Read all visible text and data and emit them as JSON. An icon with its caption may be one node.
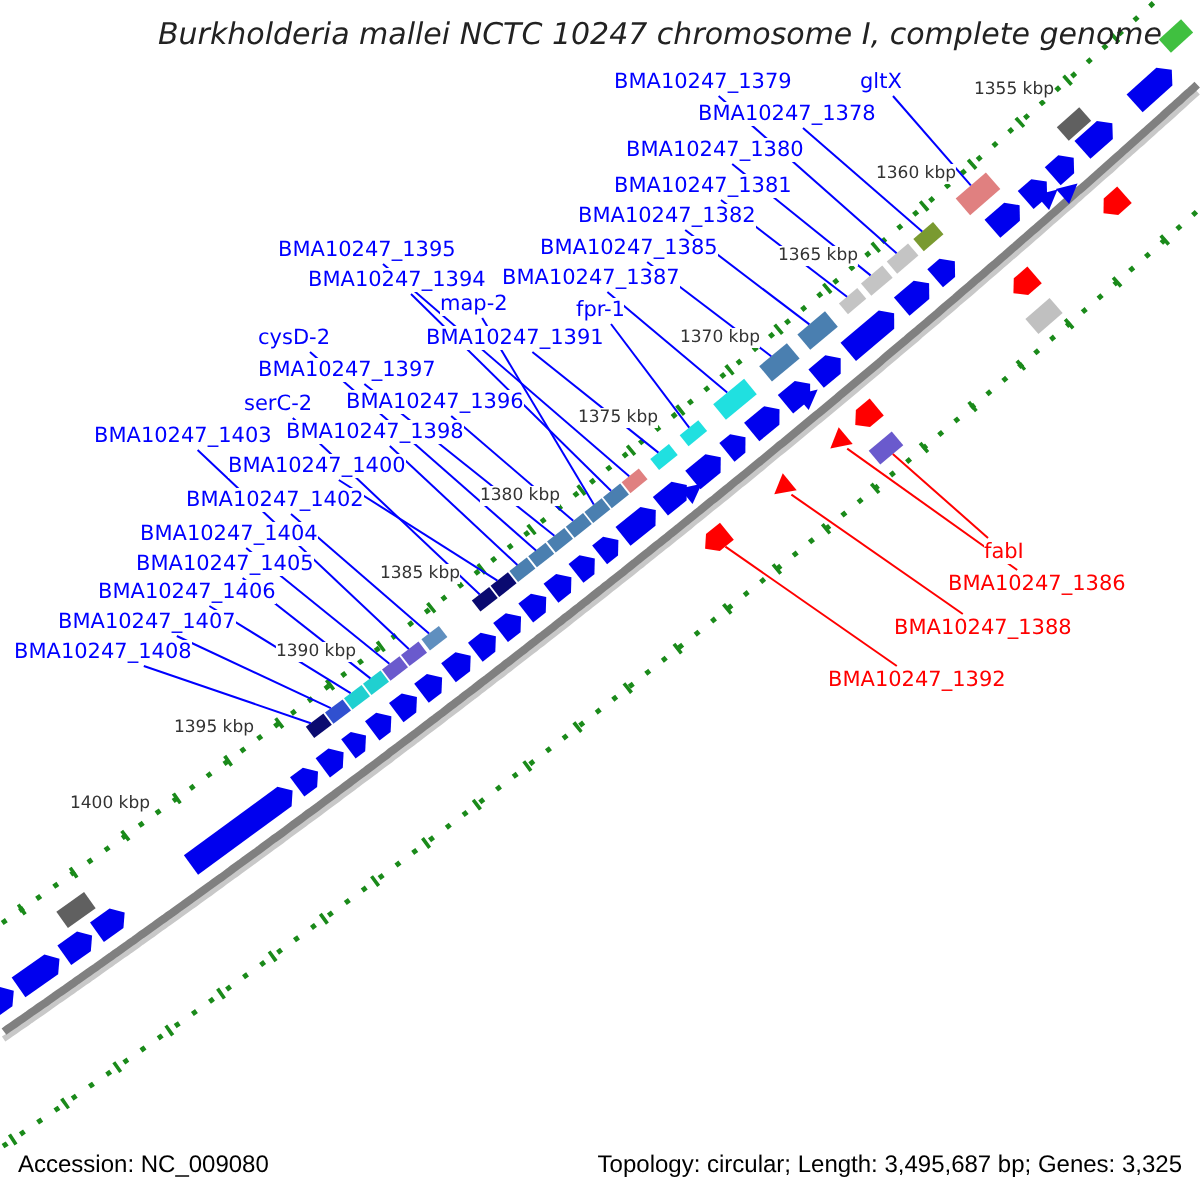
{
  "diagram": {
    "title": "Burkholderia mallei NCTC 10247 chromosome I, complete genome",
    "nodes": [
      {
        "text": [
          "BMA10247_1379"
        ]
      },
      {
        "text": [
          "gltX"
        ]
      },
      {
        "text": [
          "BMA10247_1378"
        ]
      },
      {
        "text": [
          "BMA10247_1380"
        ]
      },
      {
        "text": [
          "BMA10247_1381"
        ]
      },
      {
        "text": [
          "BMA10247_1382"
        ]
      },
      {
        "text": [
          "BMA10247_1385"
        ]
      },
      {
        "text": [
          "BMA10247_1395"
        ]
      },
      {
        "text": [
          "BMA10247_1387"
        ]
      },
      {
        "text": [
          "BMA10247_1394"
        ]
      },
      {
        "text": [
          "map-2"
        ]
      },
      {
        "text": [
          "fpr-1"
        ]
      },
      {
        "text": [
          "cysD-2"
        ]
      },
      {
        "text": [
          "BMA10247_1391"
        ]
      },
      {
        "text": [
          "BMA10247_1397"
        ]
      },
      {
        "text": [
          "BMA10247_1396"
        ]
      },
      {
        "text": [
          "serC-2"
        ]
      },
      {
        "text": [
          "BMA10247_1398"
        ]
      },
      {
        "text": [
          "BMA10247_1403"
        ]
      },
      {
        "text": [
          "BMA10247_1400"
        ]
      },
      {
        "text": [
          "BMA10247_1402"
        ]
      },
      {
        "text": [
          "BMA10247_1404"
        ]
      },
      {
        "text": [
          "fabI"
        ]
      },
      {
        "text": [
          "BMA10247_1405"
        ]
      },
      {
        "text": [
          "BMA10247_1386"
        ]
      },
      {
        "text": [
          "BMA10247_1406"
        ]
      },
      {
        "text": [
          "BMA10247_1407"
        ]
      },
      {
        "text": [
          "BMA10247_1388"
        ]
      },
      {
        "text": [
          "BMA10247_1408"
        ]
      },
      {
        "text": [
          "BMA10247_1392"
        ]
      },
      {
        "text": [],
        "shape": "box"
      },
      {
        "text": [],
        "shape": "box"
      },
      {
        "text": [],
        "shape": "box"
      },
      {
        "text": [],
        "shape": "box"
      },
      {
        "text": [],
        "shape": "box"
      },
      {
        "text": [],
        "shape": "box"
      },
      {
        "text": [],
        "shape": "box"
      },
      {
        "text": [],
        "shape": "box"
      },
      {
        "text": [],
        "shape": "box"
      },
      {
        "text": [],
        "shape": "box"
      },
      {
        "text": [],
        "shape": "box"
      },
      {
        "text": [],
        "shape": "box"
      },
      {
        "text": [],
        "shape": "box"
      },
      {
        "text": [],
        "shape": "box"
      },
      {
        "text": [],
        "shape": "box"
      },
      {
        "text": [],
        "shape": "box"
      },
      {
        "text": [],
        "shape": "box"
      },
      {
        "text": [],
        "shape": "box"
      },
      {
        "text": [],
        "shape": "box"
      },
      {
        "text": [],
        "shape": "box"
      },
      {
        "text": [],
        "shape": "box"
      },
      {
        "text": [],
        "shape": "box"
      },
      {
        "text": [],
        "shape": "box"
      },
      {
        "text": [],
        "shape": "box"
      },
      {
        "text": [],
        "shape": "box"
      },
      {
        "text": [],
        "shape": "box"
      },
      {
        "text": [],
        "shape": "arrow"
      },
      {
        "text": [],
        "shape": "triangle"
      },
      {
        "text": [],
        "shape": "triangle"
      },
      {
        "text": [],
        "shape": "box"
      },
      {
        "text": [],
        "shape": "arrow"
      },
      {
        "text": [],
        "shape": "arrow"
      },
      {
        "text": [],
        "shape": "arrow"
      },
      {
        "text": [],
        "shape": "arrow"
      },
      {
        "text": [],
        "shape": "arrow"
      },
      {
        "text": [],
        "shape": "arrow"
      },
      {
        "text": [],
        "shape": "arrow"
      },
      {
        "text": [],
        "shape": "arrow"
      },
      {
        "text": [],
        "shape": "arrow"
      },
      {
        "text": [],
        "shape": "arrow"
      },
      {
        "text": [],
        "shape": "arrow"
      },
      {
        "text": [],
        "shape": "arrow"
      },
      {
        "text": [],
        "shape": "arrow"
      },
      {
        "text": [],
        "shape": "arrow"
      },
      {
        "text": [],
        "shape": "arrow"
      },
      {
        "text": [],
        "shape": "arrow"
      },
      {
        "text": [],
        "shape": "arrow"
      },
      {
        "text": [],
        "shape": "arrow"
      },
      {
        "text": [],
        "shape": "arrow"
      },
      {
        "text": [],
        "shape": "arrow"
      },
      {
        "text": [],
        "shape": "arrow"
      },
      {
        "text": [],
        "shape": "arrow"
      },
      {
        "text": [],
        "shape": "arrow"
      },
      {
        "text": [],
        "shape": "arrow"
      },
      {
        "text": [],
        "shape": "arrow"
      },
      {
        "text": [],
        "shape": "arrow"
      },
      {
        "text": [],
        "shape": "arrow"
      },
      {
        "text": [],
        "shape": "arrow"
      },
      {
        "text": [],
        "shape": "arrow"
      },
      {
        "text": [],
        "shape": "arrow"
      },
      {
        "text": [],
        "shape": "arrow"
      },
      {
        "text": [],
        "shape": "arrow"
      },
      {
        "text": [],
        "shape": "arrow"
      },
      {
        "text": [],
        "shape": "triangle"
      },
      {
        "text": [],
        "shape": "triangle"
      },
      {
        "text": [],
        "shape": "triangle"
      },
      {
        "text": [],
        "shape": "triangle"
      },
      {
        "text": [],
        "shape": "box"
      },
      {
        "text": [],
        "shape": "box"
      },
      {
        "text": [],
        "shape": "box"
      },
      {
        "text": [],
        "shape": "box"
      },
      {
        "text": [],
        "shape": "arrow"
      },
      {
        "text": [],
        "shape": "arrow"
      },
      {
        "text": [],
        "shape": "arrow"
      }
    ],
    "edges": [
      {
        "from": 0,
        "to": 53,
        "arrow": "none"
      },
      {
        "from": 1,
        "to": 55,
        "arrow": "none"
      },
      {
        "from": 2,
        "to": 54,
        "arrow": "none"
      },
      {
        "from": 3,
        "to": 52,
        "arrow": "none"
      },
      {
        "from": 4,
        "to": 51,
        "arrow": "none"
      },
      {
        "from": 5,
        "to": 50,
        "arrow": "none"
      },
      {
        "from": 6,
        "to": 49,
        "arrow": "none"
      },
      {
        "from": 7,
        "to": 45,
        "arrow": "none"
      },
      {
        "from": 8,
        "to": 48,
        "arrow": "none"
      },
      {
        "from": 9,
        "to": 44,
        "arrow": "none"
      },
      {
        "from": 10,
        "to": 43,
        "arrow": "none"
      },
      {
        "from": 11,
        "to": 47,
        "arrow": "none"
      },
      {
        "from": 12,
        "to": 40,
        "arrow": "none"
      },
      {
        "from": 13,
        "to": 46,
        "arrow": "none"
      },
      {
        "from": 14,
        "to": 41,
        "arrow": "none"
      },
      {
        "from": 15,
        "to": 42,
        "arrow": "none"
      },
      {
        "from": 16,
        "to": 37,
        "arrow": "none"
      },
      {
        "from": 17,
        "to": 39,
        "arrow": "none"
      },
      {
        "from": 18,
        "to": 35,
        "arrow": "none"
      },
      {
        "from": 19,
        "to": 38,
        "arrow": "none"
      },
      {
        "from": 20,
        "to": 36,
        "arrow": "none"
      },
      {
        "from": 21,
        "to": 34,
        "arrow": "none"
      },
      {
        "from": 22,
        "to": 59,
        "arrow": "none",
        "color": "#ff0000"
      },
      {
        "from": 23,
        "to": 33,
        "arrow": "none"
      },
      {
        "from": 24,
        "to": 58,
        "arrow": "none",
        "color": "#ff0000"
      },
      {
        "from": 25,
        "to": 32,
        "arrow": "none"
      },
      {
        "from": 26,
        "to": 31,
        "arrow": "none"
      },
      {
        "from": 27,
        "to": 57,
        "arrow": "none",
        "color": "#ff0000"
      },
      {
        "from": 28,
        "to": 30,
        "arrow": "none"
      },
      {
        "from": 29,
        "to": 56,
        "arrow": "none",
        "color": "#ff0000"
      }
    ],
    "labels": [
      "1355 kbp",
      "1360 kbp",
      "1365 kbp",
      "1370 kbp",
      "1375 kbp",
      "1380 kbp",
      "1385 kbp",
      "1390 kbp",
      "1395 kbp",
      "1400 kbp",
      "Accession: NC_009080",
      "Topology: circular; Length: 3,495,687 bp; Genes: 3,325"
    ]
  }
}
